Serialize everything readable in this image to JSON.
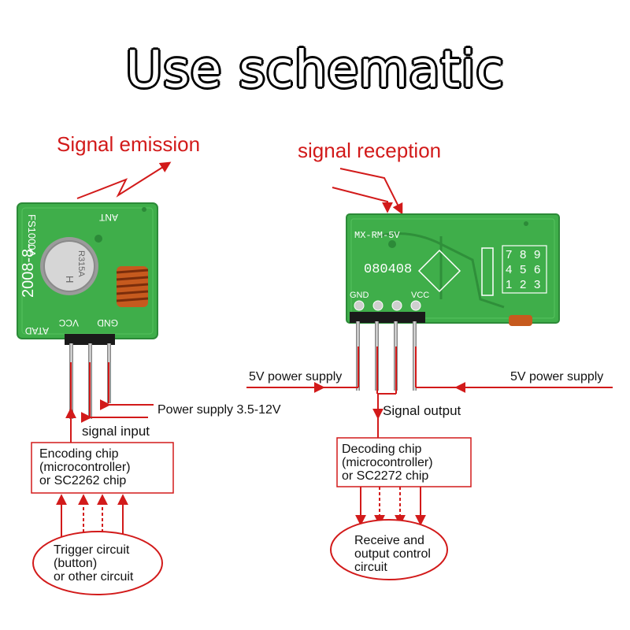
{
  "title": "Use schematic",
  "transmitter": {
    "heading": "Signal emission",
    "module": {
      "label_ant": "ANT",
      "label_model": "FS1000A",
      "label_date": "2008-8-",
      "label_crystal": "R315A",
      "label_crystal_h": "H",
      "label_data": "ATAD",
      "label_vcc": "VCC",
      "label_gnd": "GND"
    },
    "power_label": "Power supply 3.5-12V",
    "signal_input_label": "signal input",
    "encoder_box": "Encoding chip\n (microcontroller)\nor SC2262 chip",
    "trigger_ellipse": "Trigger circuit\n (button)\nor other circuit"
  },
  "receiver": {
    "heading": "signal reception",
    "module": {
      "label_model": "MX-RM-5V",
      "label_number": "080408",
      "label_gnd": "GND",
      "label_vcc": "VCC",
      "keypad": [
        "7",
        "8",
        "9",
        "4",
        "5",
        "6",
        "1",
        "2",
        "3"
      ]
    },
    "power_left_label": "5V power supply",
    "power_right_label": "5V power supply",
    "signal_output_label": "Signal output",
    "decoder_box": "Decoding chip\n(microcontroller)\nor SC2272 chip",
    "receive_ellipse": "Receive and\noutput control\ncircuit"
  },
  "colors": {
    "pcb_green": "#3fae4a",
    "pcb_dark": "#2c8a38",
    "wire_red": "#d21a1a",
    "pin_gray": "#9a9a9a",
    "coil_orange": "#c65a1e"
  }
}
